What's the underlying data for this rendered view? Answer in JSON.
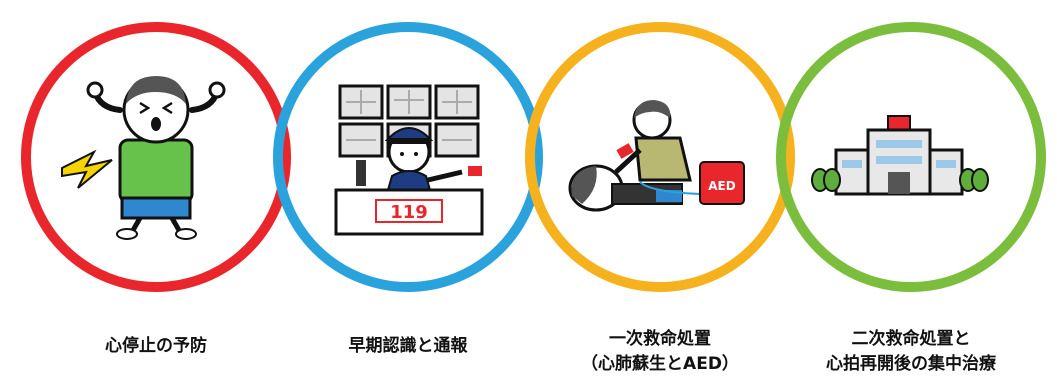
{
  "chain": {
    "colors": {
      "ring1": "#e8262b",
      "ring2": "#2aa3dc",
      "ring3": "#f5b21e",
      "ring4": "#7bbd3c",
      "shirt_green": "#66c24a",
      "pants_blue": "#2f87cf",
      "bolt_yellow": "#f5d400",
      "red": "#e8262b",
      "uniform_navy": "#1e3c82",
      "khaki": "#b9b873"
    },
    "steps": [
      {
        "label": "心停止の予防",
        "icon": "collapsing-person-icon"
      },
      {
        "label": "早期認識と通報",
        "icon": "dispatcher-119-icon"
      },
      {
        "label_line1": "一次救命処置",
        "label_line2": "（心肺蘇生とAED）",
        "icon": "cpr-aed-icon"
      },
      {
        "label_line1": "二次救命処置と",
        "label_line2": "心拍再開後の集中治療",
        "icon": "hospital-icon"
      }
    ],
    "desk_number": "119",
    "aed_label": "AED"
  }
}
